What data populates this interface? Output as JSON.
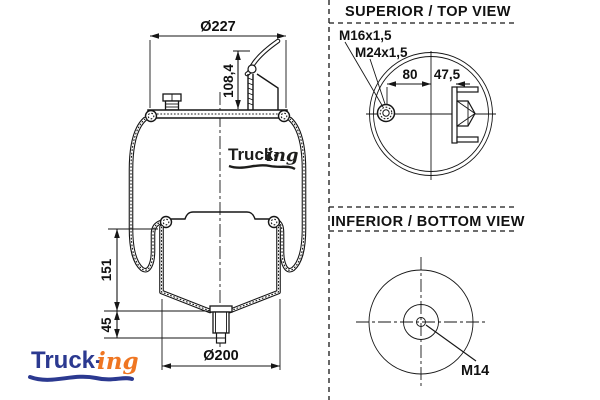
{
  "main_view": {
    "dim_top_diameter": "Ø227",
    "dim_fitting_height": "108,4",
    "dim_piston_height": "151",
    "dim_stud_length": "45",
    "dim_bottom_diameter": "Ø200"
  },
  "top_view": {
    "title": "SUPERIOR / TOP VIEW",
    "thread_label_small": "M16x1,5",
    "thread_label_large": "M24x1,5",
    "dim_left": "80",
    "dim_right": "47,5"
  },
  "bottom_view": {
    "title": "INFERIOR / BOTTOM VIEW",
    "thread_label": "M14"
  },
  "brand": {
    "word": "Truck-",
    "suffix": "ing"
  },
  "colors": {
    "line": "#161616",
    "navy": "#2b3990",
    "orange": "#ef7622"
  }
}
